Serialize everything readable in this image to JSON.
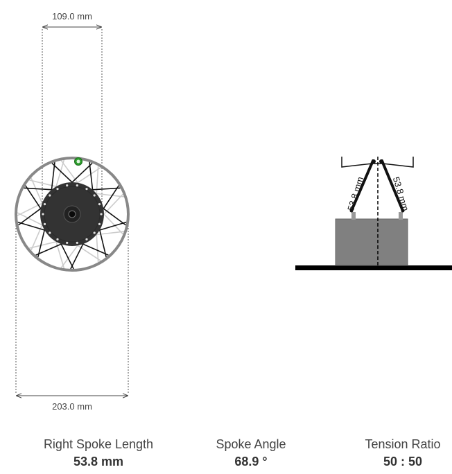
{
  "front_view": {
    "flange_spacing_label": "109.0 mm",
    "flange_diameter_label": "203.0 mm"
  },
  "side_view": {
    "left_spoke_label": "53.8 mm",
    "right_spoke_label": "53.8 mm"
  },
  "stats": [
    {
      "label": "Right Spoke Length",
      "value": "53.8 mm"
    },
    {
      "label": "Spoke Angle",
      "value": "68.9 °"
    },
    {
      "label": "Tension Ratio",
      "value": "50 : 50"
    }
  ],
  "colors": {
    "rim": "#888888",
    "hub": "#333333",
    "spoke_dark": "#111111",
    "spoke_light": "#cccccc",
    "valve": "#2e9e2e",
    "ground": "#000000",
    "hub_block": "#808080"
  }
}
